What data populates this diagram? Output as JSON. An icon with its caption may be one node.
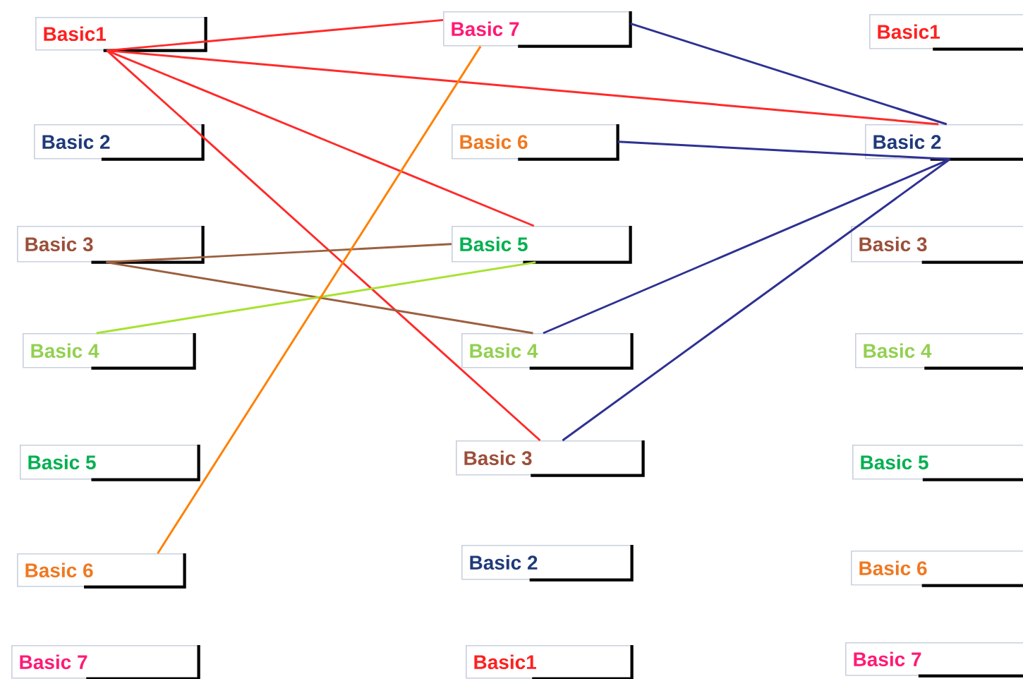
{
  "diagram": {
    "nodes": [
      {
        "text": [
          "Basic1"
        ]
      },
      {
        "text": [
          "Basic 2"
        ]
      },
      {
        "text": [
          "Basic 3"
        ]
      },
      {
        "text": [
          "Basic 4"
        ]
      },
      {
        "text": [
          "Basic 5"
        ]
      },
      {
        "text": [
          "Basic 6"
        ]
      },
      {
        "text": [
          "Basic 7"
        ]
      },
      {
        "text": [
          "Basic 7"
        ]
      },
      {
        "text": [
          "Basic 6"
        ]
      },
      {
        "text": [
          "Basic 5"
        ]
      },
      {
        "text": [
          "Basic 4"
        ]
      },
      {
        "text": [
          "Basic 3"
        ]
      },
      {
        "text": [
          "Basic 2"
        ]
      },
      {
        "text": [
          "Basic1"
        ]
      },
      {
        "text": [
          "Basic1"
        ]
      },
      {
        "text": [
          "Basic 2"
        ]
      },
      {
        "text": [
          "Basic 3"
        ]
      },
      {
        "text": [
          "Basic 4"
        ]
      },
      {
        "text": [
          "Basic 5"
        ]
      },
      {
        "text": [
          "Basic 6"
        ]
      },
      {
        "text": [
          "Basic 7"
        ]
      }
    ],
    "edges": [
      {
        "from": 0,
        "to": 7,
        "arrow": "none",
        "color": "#ff2a2a"
      },
      {
        "from": 0,
        "to": 15,
        "arrow": "none",
        "color": "#ff2a2a"
      },
      {
        "from": 0,
        "to": 9,
        "arrow": "none",
        "color": "#ff2a2a"
      },
      {
        "from": 0,
        "to": 11,
        "arrow": "none",
        "color": "#ff2a2a"
      },
      {
        "from": 2,
        "to": 9,
        "arrow": "none",
        "color": "#9b5f3f"
      },
      {
        "from": 2,
        "to": 10,
        "arrow": "none",
        "color": "#9b5f3f"
      },
      {
        "from": 3,
        "to": 9,
        "arrow": "none",
        "color": "#a6e22e"
      },
      {
        "from": 5,
        "to": 7,
        "arrow": "none",
        "color": "#ff8000"
      },
      {
        "from": 7,
        "to": 15,
        "arrow": "none",
        "color": "#2e3192"
      },
      {
        "from": 8,
        "to": 15,
        "arrow": "none",
        "color": "#2e3192"
      },
      {
        "from": 10,
        "to": 15,
        "arrow": "none",
        "color": "#2e3192"
      },
      {
        "from": 11,
        "to": 15,
        "arrow": "none",
        "color": "#2e3192"
      }
    ]
  }
}
